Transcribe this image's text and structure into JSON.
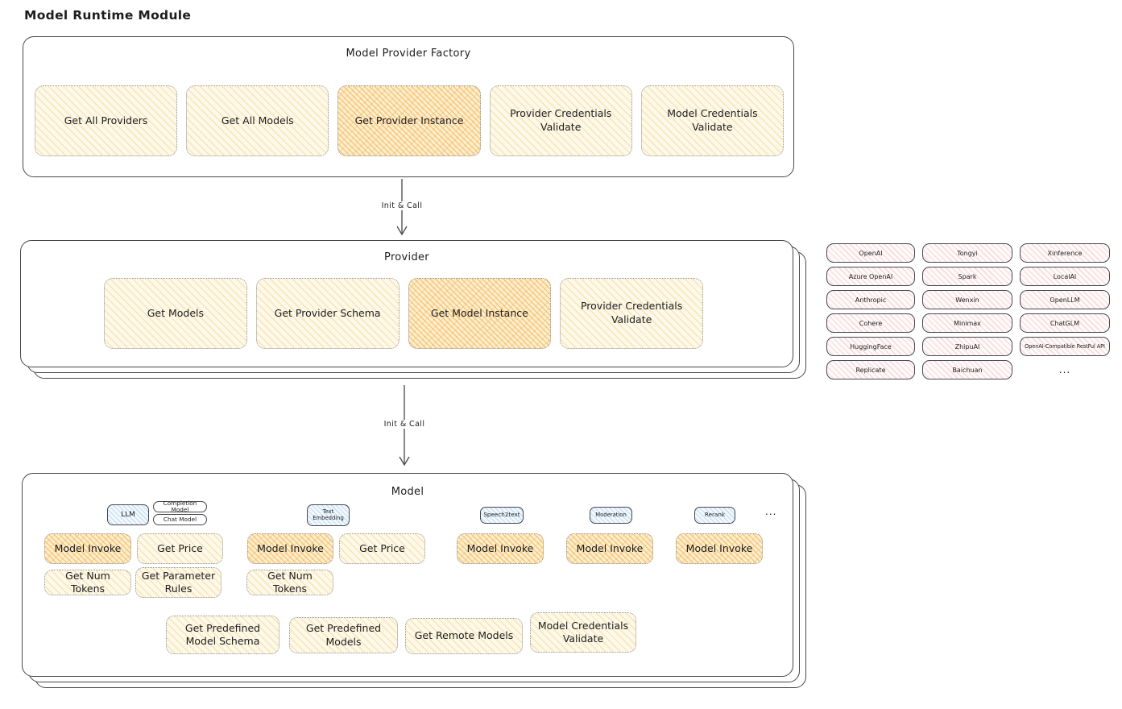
{
  "title": "Model Runtime Module",
  "arrows": {
    "init_call_1": "Init & Call",
    "init_call_2": "Init & Call"
  },
  "factory": {
    "title": "Model Provider Factory",
    "boxes": [
      "Get All Providers",
      "Get All Models",
      "Get Provider Instance",
      "Provider Credentials Validate",
      "Model Credentials Validate"
    ]
  },
  "provider": {
    "title": "Provider",
    "boxes": [
      "Get Models",
      "Get Provider Schema",
      "Get Model Instance",
      "Provider Credentials Validate"
    ]
  },
  "providers": {
    "items": [
      "OpenAI",
      "Tongyi",
      "Xinference",
      "Azure OpenAI",
      "Spark",
      "LocalAI",
      "Anthropic",
      "Wenxin",
      "OpenLLM",
      "Cohere",
      "Minimax",
      "ChatGLM",
      "HuggingFace",
      "ZhipuAI",
      "OpenAI-Compatible RestFul API",
      "Replicate",
      "Baichuan",
      "..."
    ]
  },
  "model": {
    "title": "Model",
    "tags": {
      "llm": "LLM",
      "completion": "Completion Model",
      "chat": "Chat Model",
      "text_embedding": "Text Embedding",
      "speech2text": "Speech2text",
      "moderation": "Moderation",
      "rerank": "Rerank",
      "more": "..."
    },
    "ops": {
      "model_invoke": "Model Invoke",
      "get_price": "Get Price",
      "get_num_tokens": "Get Num Tokens",
      "get_parameter_rules": "Get Parameter Rules",
      "get_predefined_model_schema": "Get Predefined Model Schema",
      "get_predefined_models": "Get Predefined Models",
      "get_remote_models": "Get Remote Models",
      "model_credentials_validate": "Model Credentials Validate"
    }
  },
  "colors": {
    "text": "#1d1d1f",
    "border_dark": "#45484e",
    "border_dotted": "#8f9298",
    "arrow": "#525252",
    "cream_base": "#fdf8e8",
    "cream_line": "rgba(235,199,110,0.40)",
    "highlight_base": "#fcefcf",
    "highlight_line": "rgba(242,166,60,0.55)",
    "highlight_line2": "rgba(242,166,60,0.28)",
    "pink_base": "#fffafa",
    "pink_line": "rgba(233,140,150,0.33)",
    "blue_base": "#f1f8fe",
    "blue_line": "rgba(125,173,217,0.38)"
  }
}
